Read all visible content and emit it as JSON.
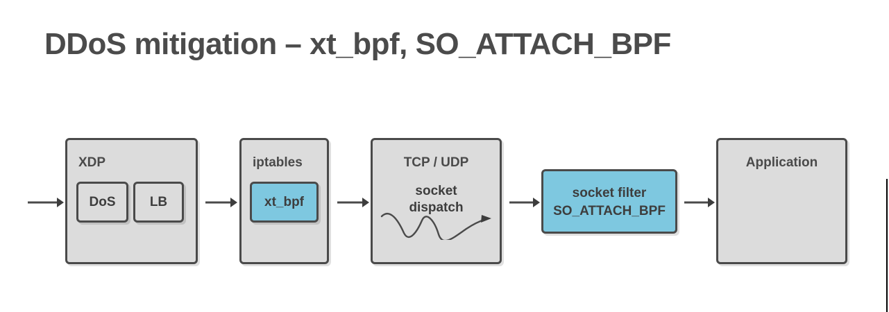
{
  "slide": {
    "title": "DDoS mitigation – xt_bpf, SO_ATTACH_BPF",
    "background_color": "#ffffff",
    "text_color": "#4a4a4a"
  },
  "colors": {
    "box_fill_gray": "#dcdcdc",
    "box_fill_blue": "#7ec8e0",
    "box_border": "#4a4a4a",
    "arrow": "#4a4a4a",
    "edge_rule": "#000000"
  },
  "diagram": {
    "stages": [
      {
        "id": "xdp",
        "label": "XDP",
        "fill": "gray",
        "label_align": "left",
        "children": [
          {
            "id": "dos",
            "label": "DoS",
            "fill": "gray"
          },
          {
            "id": "lb",
            "label": "LB",
            "fill": "gray"
          }
        ]
      },
      {
        "id": "iptables",
        "label": "iptables",
        "fill": "gray",
        "label_align": "left",
        "children": [
          {
            "id": "xt_bpf",
            "label": "xt_bpf",
            "fill": "blue"
          }
        ]
      },
      {
        "id": "tcp_udp",
        "label": "TCP / UDP",
        "fill": "gray",
        "label_align": "center",
        "sub_label_line1": "socket",
        "sub_label_line2": "dispatch",
        "decoration": "wavy-arrow"
      },
      {
        "id": "socket_filter",
        "label_line1": "socket filter",
        "label_line2": "SO_ATTACH_BPF",
        "fill": "blue"
      },
      {
        "id": "application",
        "label": "Application",
        "fill": "gray",
        "label_align": "center"
      }
    ],
    "connectors": [
      {
        "id": "ingress-to-xdp",
        "direction": "right"
      },
      {
        "id": "xdp-to-iptables",
        "direction": "right"
      },
      {
        "id": "iptables-to-tcpudp",
        "direction": "right"
      },
      {
        "id": "tcpudp-to-socketfilter",
        "direction": "right"
      },
      {
        "id": "socketfilter-to-application",
        "direction": "right"
      }
    ]
  }
}
